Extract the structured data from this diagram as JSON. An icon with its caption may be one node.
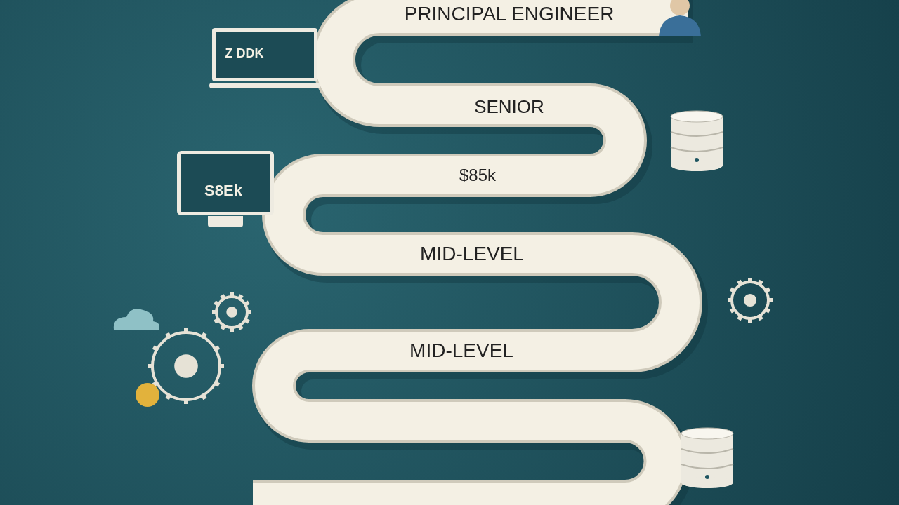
{
  "diagram": {
    "labels": [
      "PRINCIPAL ENGINEER",
      "Z DDK",
      "SENIOR",
      "S8Ek",
      "$85k",
      "MID-LEVEL",
      "MID-LEVEL"
    ]
  }
}
